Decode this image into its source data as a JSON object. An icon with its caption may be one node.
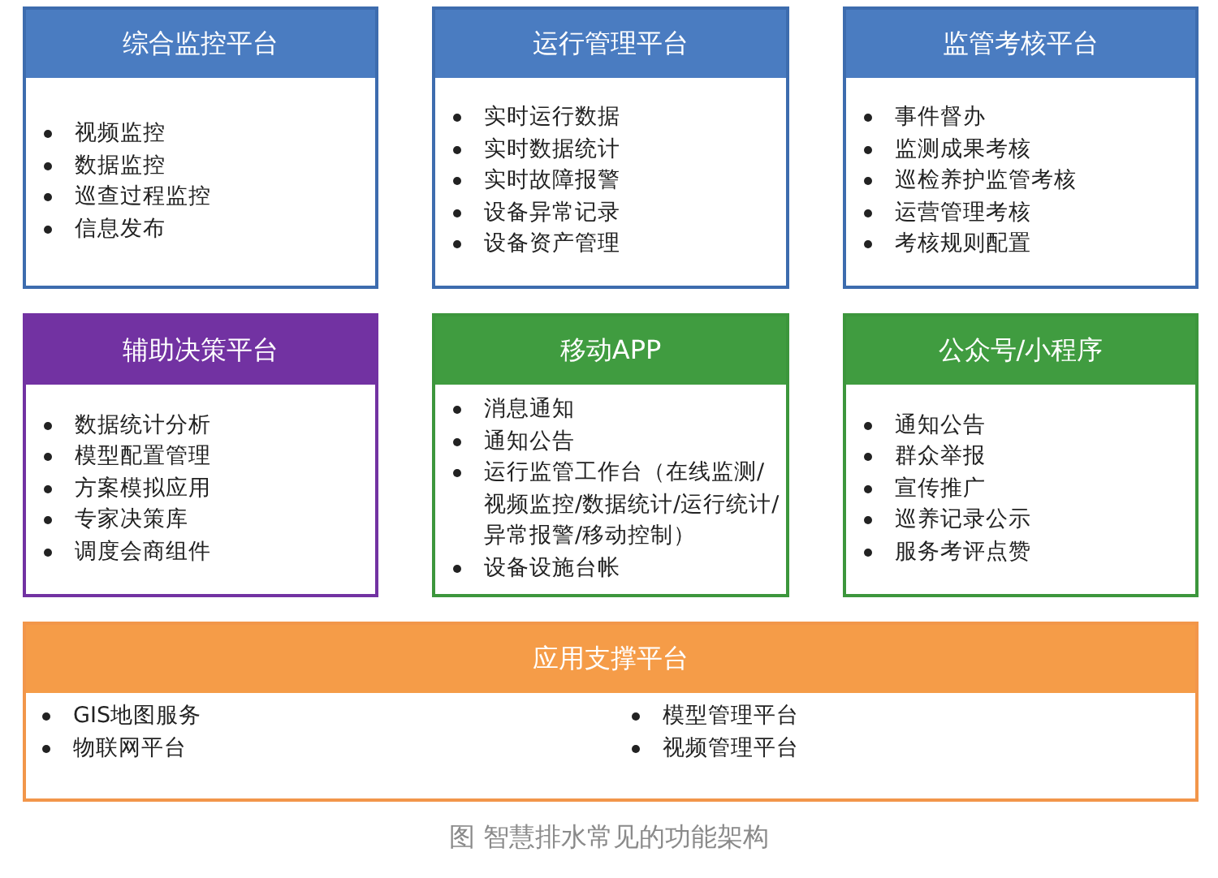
{
  "diagram": {
    "caption": "图 智慧排水常见的功能架构",
    "nodes": [
      {
        "text": [
          "综合监控平台",
          "视频监控",
          "数据监控",
          "巡查过程监控",
          "信息发布"
        ]
      },
      {
        "text": [
          "运行管理平台",
          "实时运行数据",
          "实时数据统计",
          "实时故障报警",
          "设备异常记录",
          "设备资产管理"
        ]
      },
      {
        "text": [
          "监管考核平台",
          "事件督办",
          "监测成果考核",
          "巡检养护监管考核",
          "运营管理考核",
          "考核规则配置"
        ]
      },
      {
        "text": [
          "辅助决策平台",
          "数据统计分析",
          "模型配置管理",
          "方案模拟应用",
          "专家决策库",
          "调度会商组件"
        ]
      },
      {
        "text": [
          "移动APP",
          "消息通知",
          "通知公告",
          "运行监管工作台（在线监测/视频监控/数据统计/运行统计/异常报警/移动控制）",
          "设备设施台帐"
        ]
      },
      {
        "text": [
          "公众号/小程序",
          "通知公告",
          "群众举报",
          "宣传推广",
          "巡养记录公示",
          "服务考评点赞"
        ]
      },
      {
        "text": [
          "应用支撑平台",
          "GIS地图服务",
          "物联网平台",
          "模型管理平台",
          "视频管理平台"
        ]
      }
    ]
  }
}
